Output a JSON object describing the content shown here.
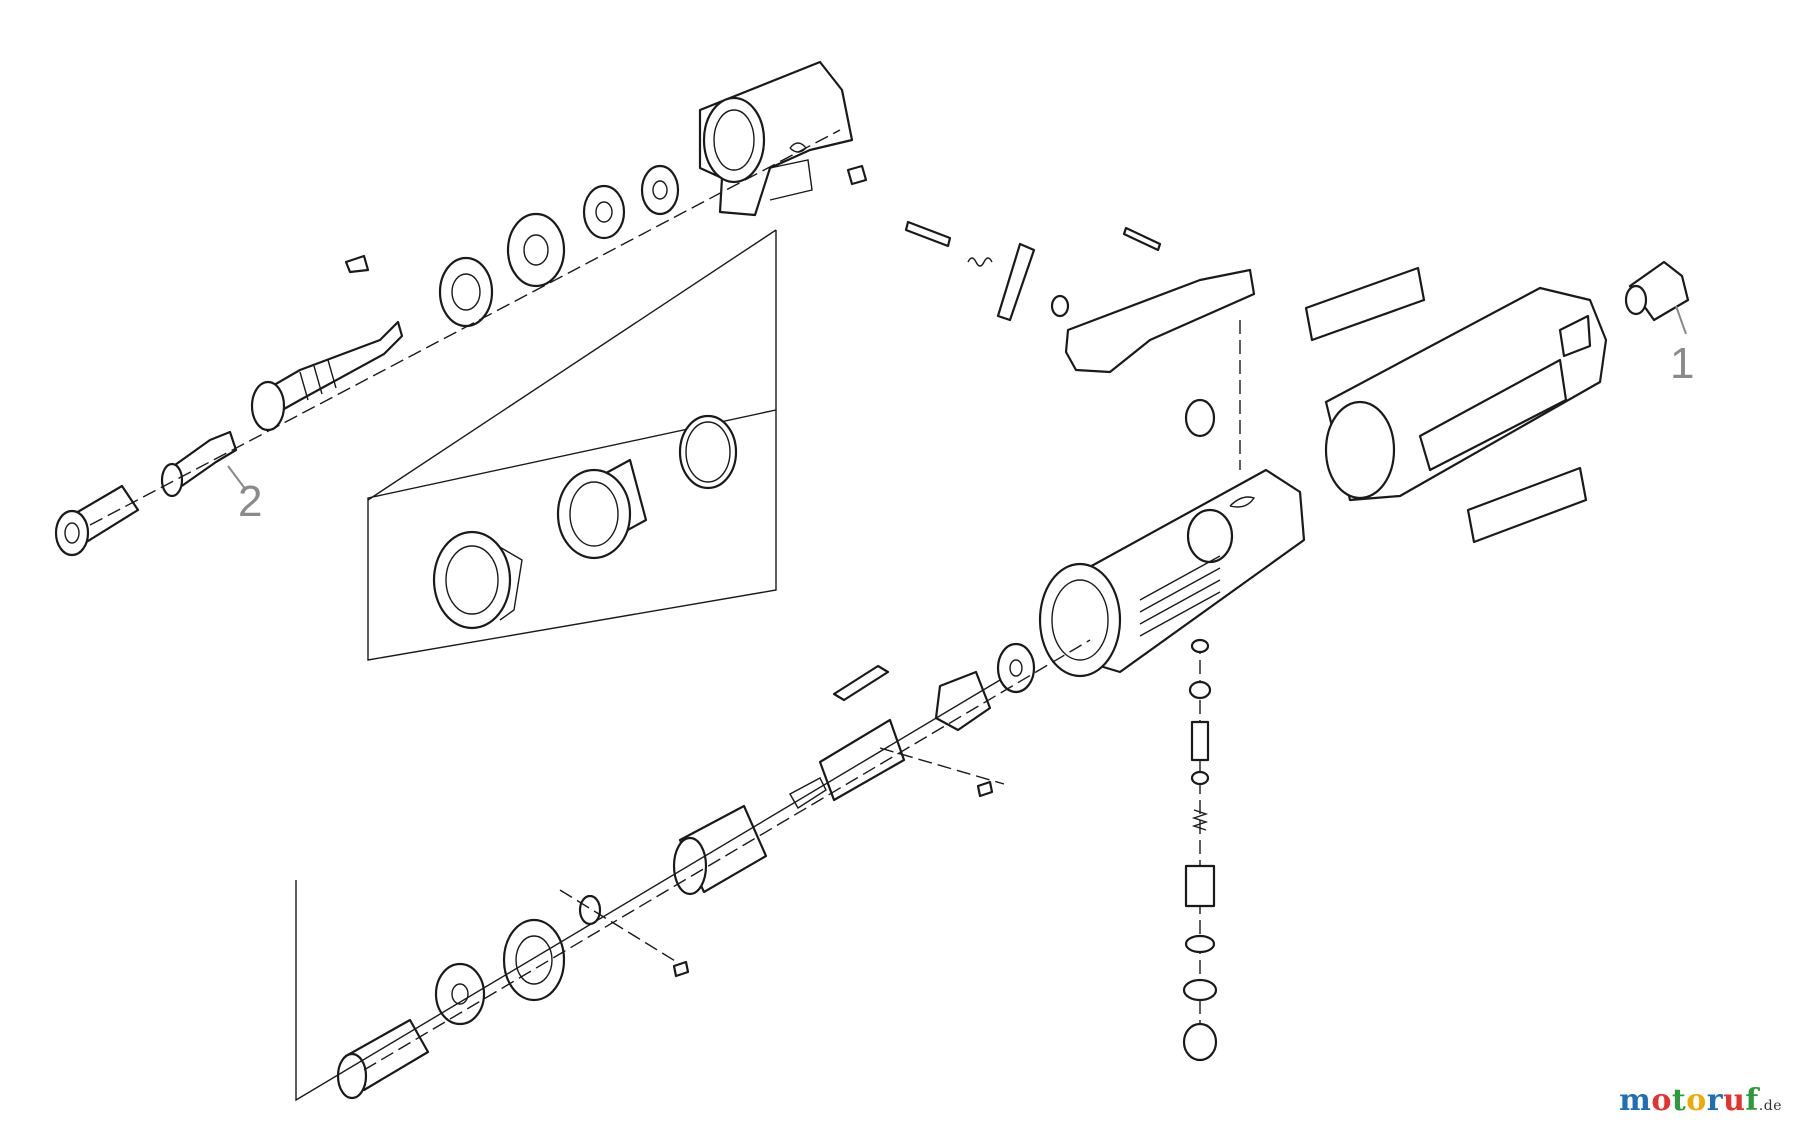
{
  "diagram": {
    "callouts": [
      {
        "id": "1",
        "label": "1"
      },
      {
        "id": "2",
        "label": "2"
      }
    ]
  },
  "watermark": {
    "letters": [
      {
        "ch": "m",
        "color": "#1f6fb5"
      },
      {
        "ch": "o",
        "color": "#e5322d"
      },
      {
        "ch": "t",
        "color": "#2a9a3b"
      },
      {
        "ch": "o",
        "color": "#f2a900"
      },
      {
        "ch": "r",
        "color": "#1f6fb5"
      },
      {
        "ch": "u",
        "color": "#e5322d"
      },
      {
        "ch": "f",
        "color": "#2a9a3b"
      }
    ],
    "tld": ".de"
  }
}
